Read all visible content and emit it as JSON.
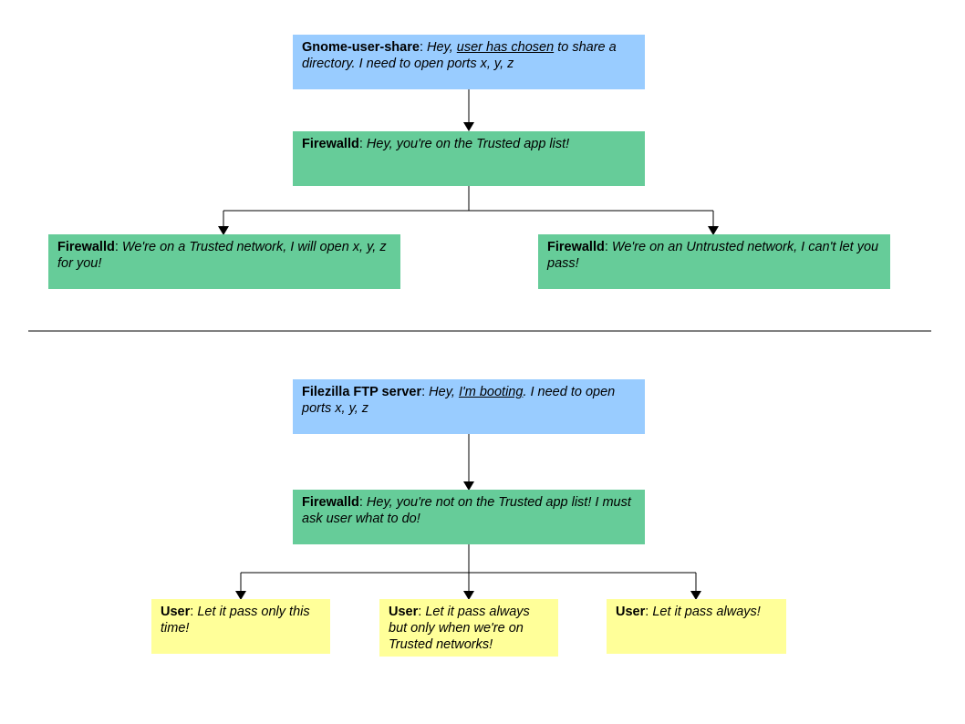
{
  "top_flow": {
    "request": {
      "actor": "Gnome-user-share",
      "sep": ": ",
      "text_before": "Hey, ",
      "underlined": "user has chosen",
      "text_after": " to share a directory. I need to open ports x, y, z"
    },
    "firewall_check": {
      "actor": "Firewalld",
      "sep": ": ",
      "text": "Hey, you're on the Trusted app list!"
    },
    "trusted_network": {
      "actor": "Firewalld",
      "sep": ": ",
      "text": "We're on a Trusted network, I will open x, y, z for you!"
    },
    "untrusted_network": {
      "actor": "Firewalld",
      "sep": ": ",
      "text": "We're on an Untrusted network, I can't let you pass!"
    }
  },
  "bottom_flow": {
    "request": {
      "actor": "Filezilla FTP server",
      "sep": ": ",
      "text_before": "Hey, ",
      "underlined": "I'm booting",
      "text_after": ". I need to open ports x, y, z"
    },
    "firewall_check": {
      "actor": "Firewalld",
      "sep": ": ",
      "text": "Hey, you're not on the Trusted app list! I must ask user what to do!"
    },
    "option_once": {
      "actor": "User",
      "sep": ": ",
      "text": "Let it pass only this time!"
    },
    "option_trusted": {
      "actor": "User",
      "sep": ": ",
      "text": "Let it pass always but only when we're on Trusted networks!"
    },
    "option_always": {
      "actor": "User",
      "sep": ": ",
      "text": "Let it pass always!"
    }
  },
  "colors": {
    "request": "#99ccff",
    "firewall": "#66cc99",
    "user": "#ffff99",
    "line": "#000000"
  }
}
